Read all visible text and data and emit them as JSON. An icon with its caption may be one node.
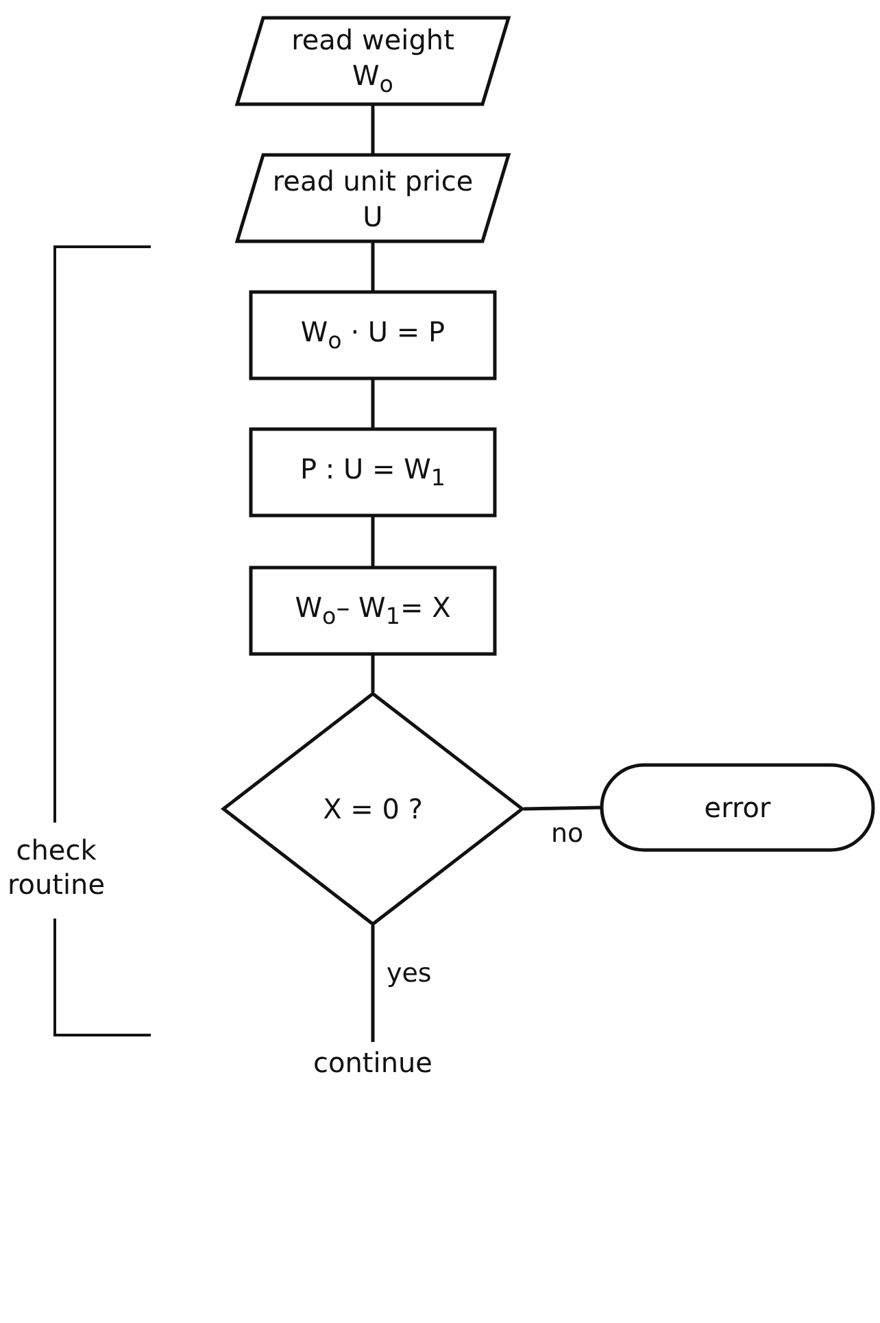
{
  "diagram": {
    "nodes": [
      {
        "text": [
          "read weight W$_{o}$"
        ]
      },
      {
        "text": [
          "read unit price U"
        ]
      },
      {
        "text": [
          "W$_{o}$ · U = P"
        ]
      },
      {
        "text": [
          "P : U = W$_{1}$"
        ]
      },
      {
        "text": [
          "W$_{o}$– W$_{1}$= X"
        ]
      },
      {
        "text": [
          "X = 0 ?"
        ]
      },
      {
        "text": [
          "error"
        ]
      },
      {
        "text": [
          "continue"
        ]
      }
    ],
    "edges": [
      {
        "from": 0,
        "to": 1,
        "arrow": "none"
      },
      {
        "from": 1,
        "to": 2,
        "arrow": "none"
      },
      {
        "from": 2,
        "to": 3,
        "arrow": "none"
      },
      {
        "from": 3,
        "to": 4,
        "arrow": "none"
      },
      {
        "from": 4,
        "to": 5,
        "arrow": "none"
      },
      {
        "from": 5,
        "to": 6,
        "label": "no",
        "arrow": "none"
      },
      {
        "from": 5,
        "to": 7,
        "label": "yes",
        "arrow": "none"
      }
    ],
    "labels": [
      "check routine"
    ]
  }
}
